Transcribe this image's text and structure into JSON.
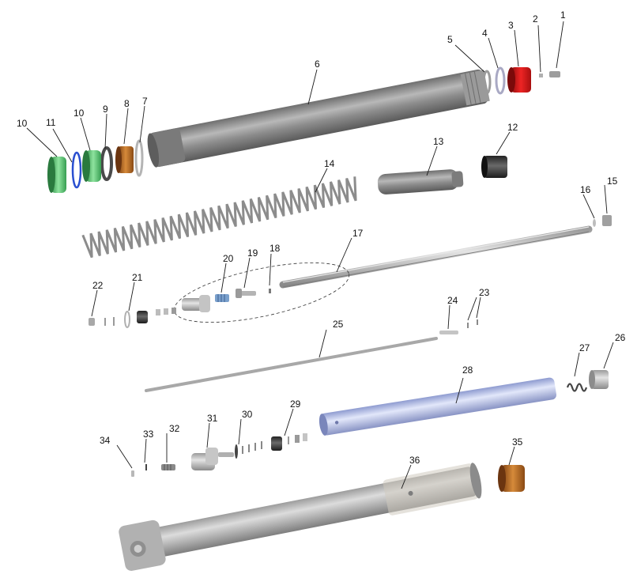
{
  "colors": {
    "tube_gray": "#8c8c8c",
    "spring_gray": "#9a9a9a",
    "seal_green": "#4dbf6a",
    "oring_blue": "#2a4fd0",
    "cap_red": "#d31a1a",
    "bushing_bronze": "#b8651e",
    "damper_blue": "#b9c6ea",
    "dark_piston": "#3a3a3a"
  },
  "labels": [
    {
      "id": "part-1",
      "text": "1"
    },
    {
      "id": "part-2",
      "text": "2"
    },
    {
      "id": "part-3",
      "text": "3"
    },
    {
      "id": "part-4",
      "text": "4"
    },
    {
      "id": "part-5",
      "text": "5"
    },
    {
      "id": "part-6",
      "text": "6"
    },
    {
      "id": "part-7",
      "text": "7"
    },
    {
      "id": "part-8",
      "text": "8"
    },
    {
      "id": "part-9",
      "text": "9"
    },
    {
      "id": "part-10a",
      "text": "10"
    },
    {
      "id": "part-11",
      "text": "11"
    },
    {
      "id": "part-10b",
      "text": "10"
    },
    {
      "id": "part-12",
      "text": "12"
    },
    {
      "id": "part-13",
      "text": "13"
    },
    {
      "id": "part-14",
      "text": "14"
    },
    {
      "id": "part-15",
      "text": "15"
    },
    {
      "id": "part-16",
      "text": "16"
    },
    {
      "id": "part-17",
      "text": "17"
    },
    {
      "id": "part-18",
      "text": "18"
    },
    {
      "id": "part-19",
      "text": "19"
    },
    {
      "id": "part-20",
      "text": "20"
    },
    {
      "id": "part-21",
      "text": "21"
    },
    {
      "id": "part-22",
      "text": "22"
    },
    {
      "id": "part-23",
      "text": "23"
    },
    {
      "id": "part-24",
      "text": "24"
    },
    {
      "id": "part-25",
      "text": "25"
    },
    {
      "id": "part-26",
      "text": "26"
    },
    {
      "id": "part-27",
      "text": "27"
    },
    {
      "id": "part-28",
      "text": "28"
    },
    {
      "id": "part-29",
      "text": "29"
    },
    {
      "id": "part-30",
      "text": "30"
    },
    {
      "id": "part-31",
      "text": "31"
    },
    {
      "id": "part-32",
      "text": "32"
    },
    {
      "id": "part-33",
      "text": "33"
    },
    {
      "id": "part-34",
      "text": "34"
    },
    {
      "id": "part-35",
      "text": "35"
    },
    {
      "id": "part-36",
      "text": "36"
    }
  ]
}
